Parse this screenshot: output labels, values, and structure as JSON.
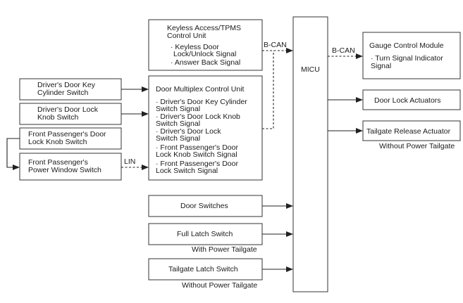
{
  "diagram": {
    "keyless_unit": {
      "title": [
        "Keyless Access/TPMS",
        "Control Unit"
      ],
      "signals": [
        "· Keyless Door",
        "Lock/Unlock Signal",
        "· Answer Back Signal"
      ]
    },
    "door_multiplex_unit": {
      "title": "Door Multiplex Control Unit",
      "signals": [
        "· Driver's Door Key Cylinder",
        "Switch Signal",
        "· Driver's Door Lock Knob",
        "Switch Signal",
        "· Driver's Door Lock",
        "Switch Signal",
        "· Front Passenger's Door",
        "Lock Knob Switch Signal",
        "· Front Passenger's Door",
        "Lock Switch Signal"
      ]
    },
    "inputs_left": {
      "key_cylinder": [
        "Driver's Door Key",
        "Cylinder Switch"
      ],
      "lock_knob": [
        "Driver's Door Lock",
        "Knob Switch"
      ],
      "fp_lock_knob": [
        "Front Passenger's Door",
        "Lock Knob Switch"
      ],
      "fp_power_window": [
        "Front Passenger's",
        "Power Window Switch"
      ]
    },
    "inputs_micu": {
      "door_switches": "Door Switches",
      "full_latch": "Full Latch Switch",
      "full_latch_note": "With Power Tailgate",
      "tailgate_latch": "Tailgate Latch Switch",
      "tailgate_latch_note": "Without Power Tailgate"
    },
    "micu": "MICU",
    "outputs": {
      "gauge": {
        "title": "Gauge Control Module",
        "signals": [
          "· Turn Signal Indicator",
          "Signal"
        ]
      },
      "door_lock_actuators": "Door Lock Actuators",
      "tailgate_actuator": "Tailgate Release Actuator",
      "tailgate_actuator_note": "Without Power Tailgate"
    },
    "bus_labels": {
      "bcan_left": "B-CAN",
      "bcan_right": "B-CAN",
      "lin": "LIN"
    }
  }
}
